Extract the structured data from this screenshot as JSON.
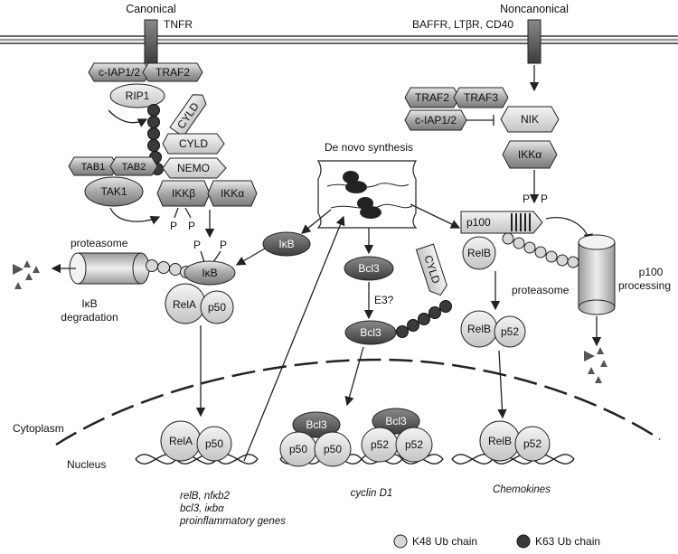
{
  "header": {
    "canonical": "Canonical",
    "noncanonical": "Noncanonical"
  },
  "receptors": {
    "tnfr": "TNFR",
    "noncanonical": "BAFFR, LTβR, CD40"
  },
  "canonical": {
    "ciap": "c-IAP1/2",
    "traf2": "TRAF2",
    "rip1": "RIP1",
    "cyld_diag": "CYLD",
    "cyld": "CYLD",
    "nemo": "NEMO",
    "tab1": "TAB1",
    "tab2": "TAB2",
    "tak1": "TAK1",
    "ikkb": "IKKβ",
    "ikka": "IKKα",
    "p": "P",
    "proteasome": "proteasome",
    "ikb": "IκB",
    "rela": "RelA",
    "p50": "p50",
    "degradation": "IκB\ndegradation"
  },
  "denovo": {
    "title": "De novo synthesis",
    "ikb": "IκB",
    "bcl3": "Bcl3",
    "e3": "E3?",
    "cyld": "CYLD"
  },
  "noncanonical": {
    "traf2": "TRAF2",
    "traf3": "TRAF3",
    "ciap": "c-IAP1/2",
    "nik": "NIK",
    "ikka": "IKKα",
    "p": "P",
    "p100": "p100",
    "relb": "RelB",
    "proteasome": "proteasome",
    "processing": "p100\nprocessing",
    "p52": "p52"
  },
  "compartments": {
    "cytoplasm": "Cytoplasm",
    "nucleus": "Nucleus"
  },
  "nucleus": {
    "rela": "RelA",
    "p50": "p50",
    "bcl3": "Bcl3",
    "p52": "p52",
    "relb": "RelB",
    "genes_left": [
      "relB, nfκb2",
      "bcl3, iκbα",
      "proinflammatory genes"
    ],
    "genes_mid": "cyclin D1",
    "genes_right": "Chemokines"
  },
  "legend": {
    "k48": "K48 Ub chain",
    "k63": "K63 Ub chain"
  },
  "colors": {
    "dark": "#3a3a3a",
    "mid": "#8a8a8a",
    "light": "#cfcfcf",
    "pale": "#e6e6e6"
  }
}
